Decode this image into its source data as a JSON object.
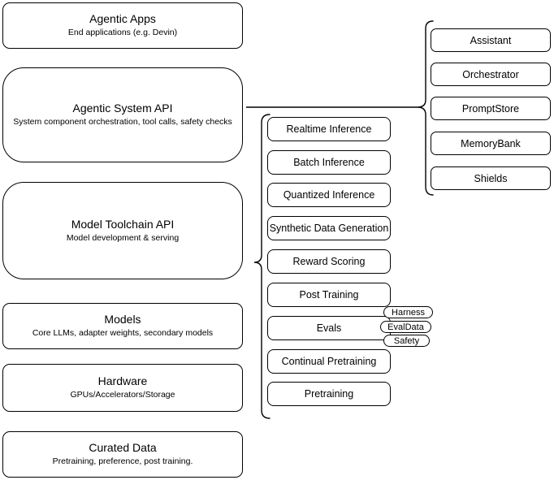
{
  "colors": {
    "background": "#ffffff",
    "stroke": "#000000",
    "fill": "#ffffff",
    "text": "#000000"
  },
  "stack_layers": [
    {
      "title": "Agentic Apps",
      "subtitle": "End applications (e.g. Devin)"
    },
    {
      "title": "Agentic System API",
      "subtitle": "System component orchestration, tool calls, safety checks"
    },
    {
      "title": "Model Toolchain API",
      "subtitle": "Model development & serving"
    },
    {
      "title": "Models",
      "subtitle": "Core LLMs, adapter weights, secondary models"
    },
    {
      "title": "Hardware",
      "subtitle": "GPUs/Accelerators/Storage"
    },
    {
      "title": "Curated Data",
      "subtitle": "Pretraining, preference, post training."
    }
  ],
  "toolchain_items": [
    "Realtime Inference",
    "Batch Inference",
    "Quantized Inference",
    "Synthetic Data Generation",
    "Reward Scoring",
    "Post Training",
    "Evals",
    "Continual Pretraining",
    "Pretraining"
  ],
  "eval_tags": [
    "Harness",
    "EvalData",
    "Safety"
  ],
  "system_components": [
    "Assistant",
    "Orchestrator",
    "PromptStore",
    "MemoryBank",
    "Shields"
  ]
}
